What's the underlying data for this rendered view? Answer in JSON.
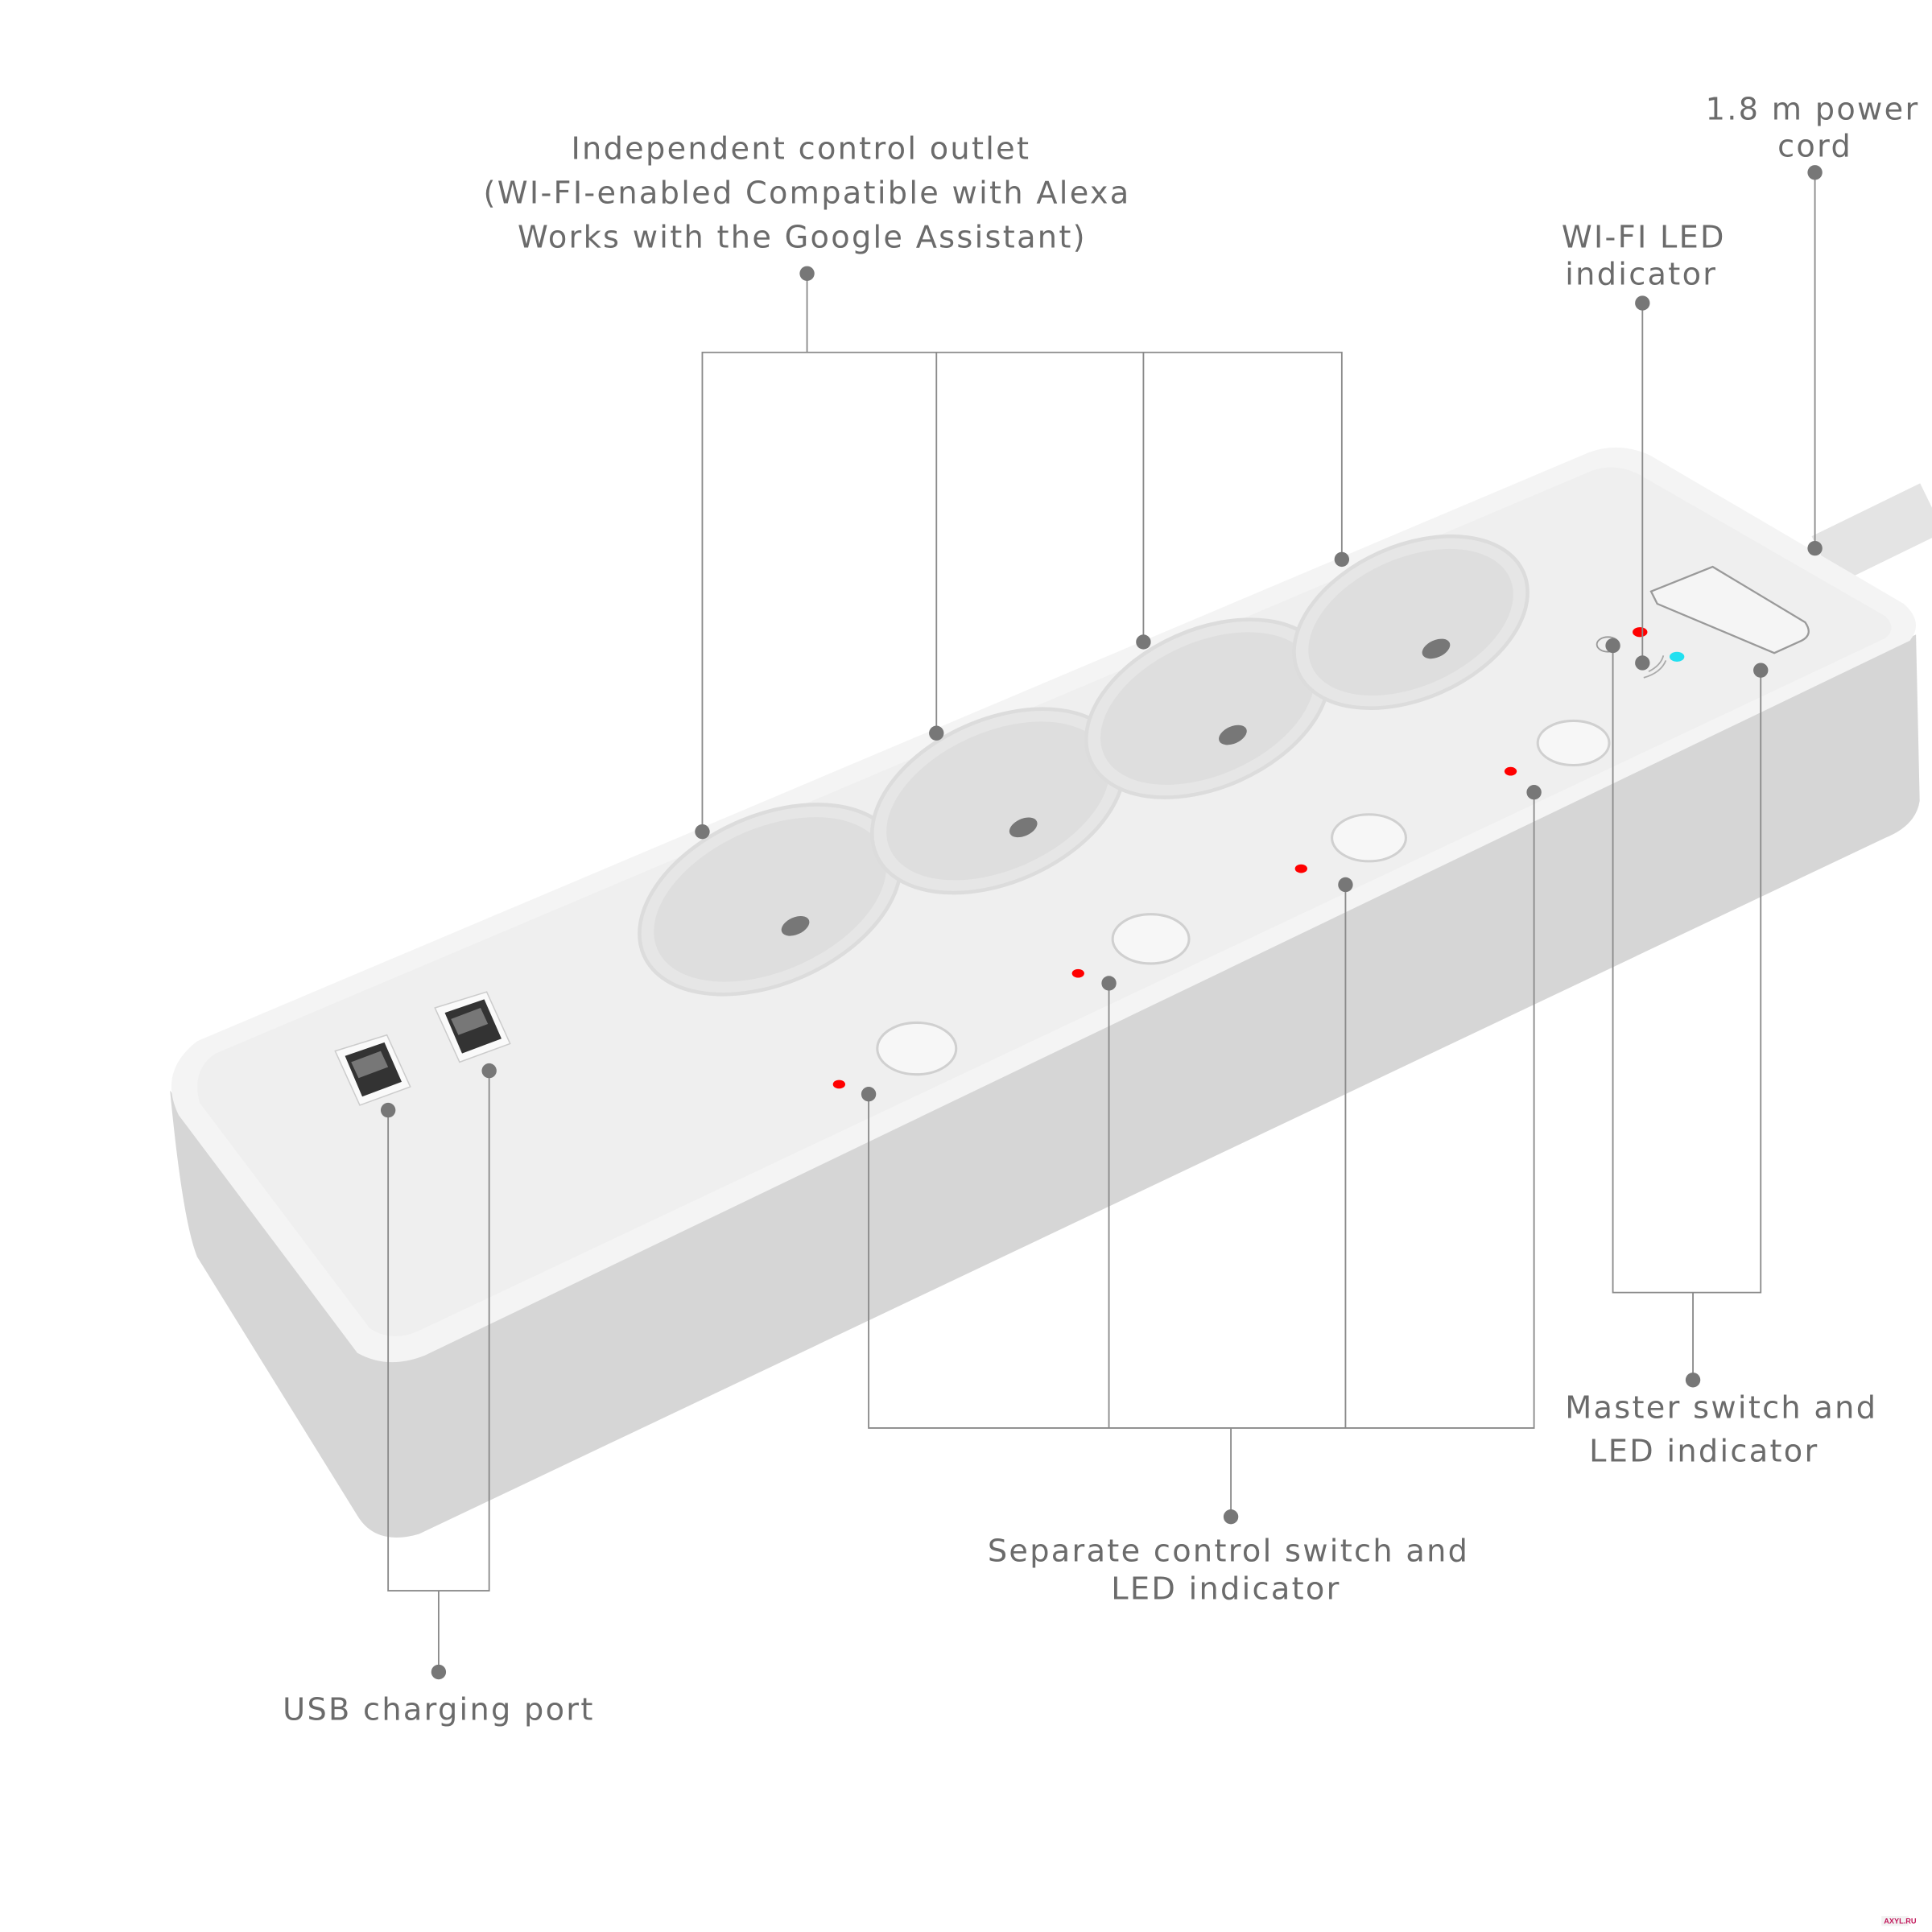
{
  "labels": {
    "outlet": [
      "Independent control outlet",
      "(WI-FI-enabled Compatible with Alexa",
      "Works with the Google Assistant)"
    ],
    "power_cord": [
      "1.8 m power",
      "cord"
    ],
    "wifi_led": [
      "WI-FI LED",
      "indicator"
    ],
    "master_switch": [
      "Master switch and",
      "LED indicator"
    ],
    "separate_switch": [
      "Separate control switch and",
      "LED indicator"
    ],
    "usb": [
      "USB charging port"
    ]
  },
  "watermark": "AXYL.RU",
  "colors": {
    "body_top": "#efefef",
    "body_side": "#d6d6d6",
    "label_text": "#6b6b6b",
    "led_red": "#ff0000",
    "led_cyan": "#22e0f0",
    "callout": "#777777"
  }
}
